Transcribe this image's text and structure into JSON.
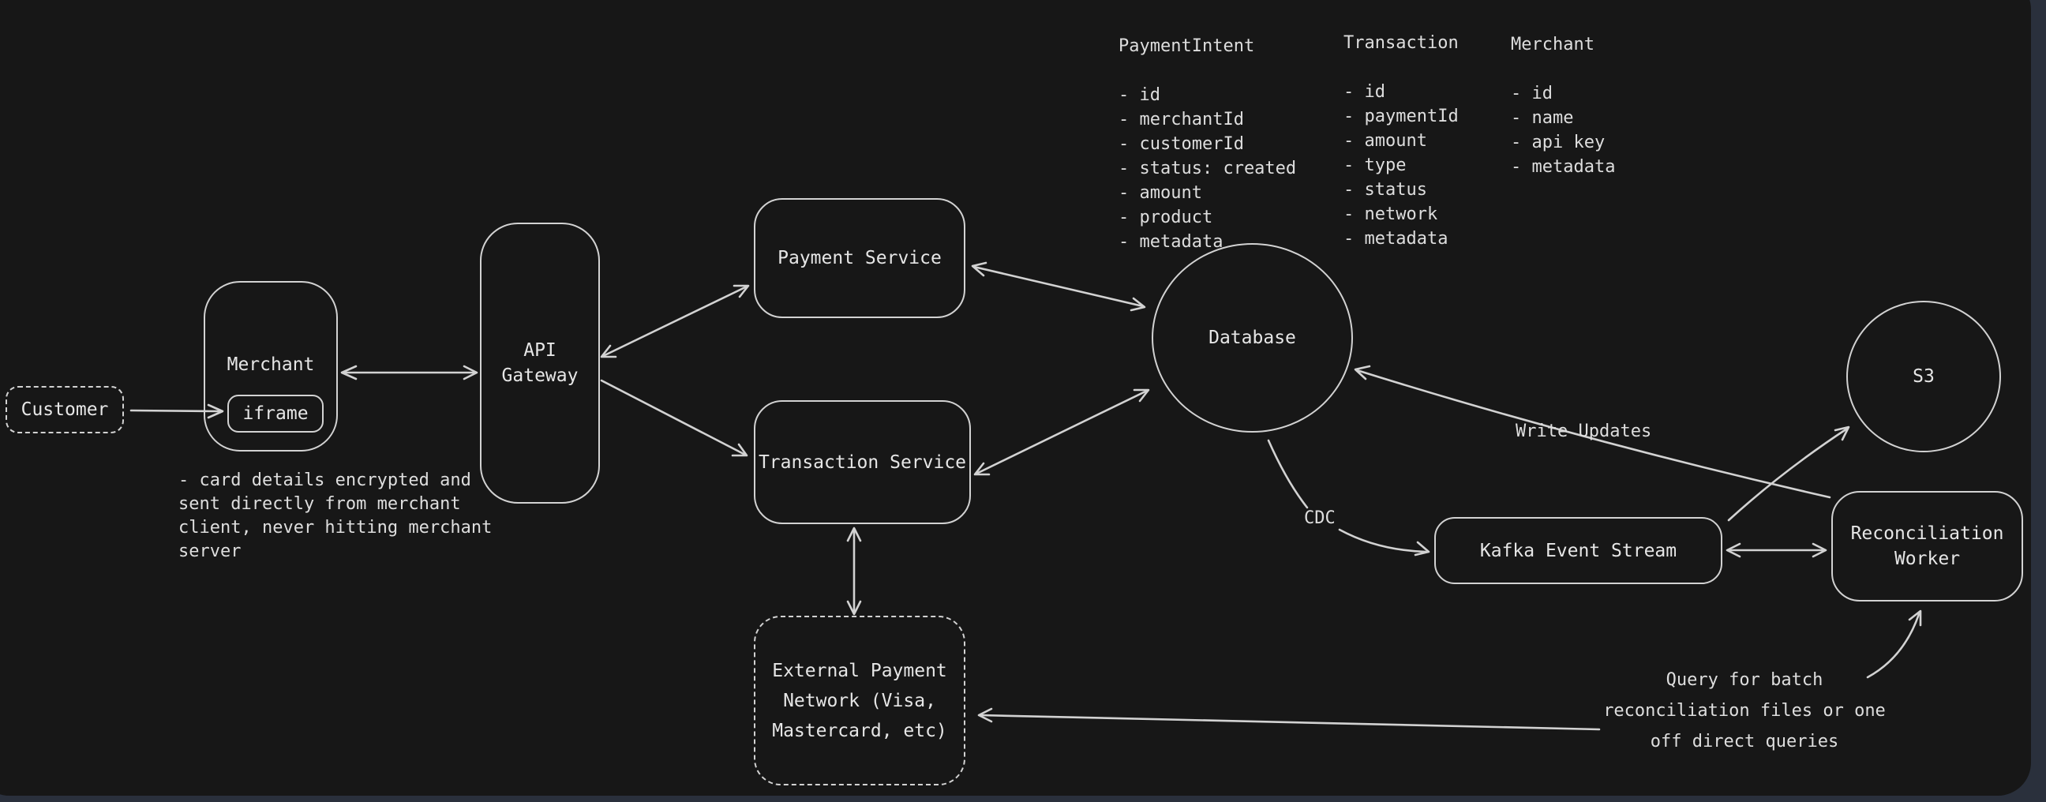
{
  "app": {
    "type": "whiteboard-diagram",
    "theme": "dark",
    "canvas_background": "#171717",
    "outer_background": "#2a303c",
    "stroke_color": "#d2d2d2",
    "text_color": "#e6e6e6"
  },
  "nodes": {
    "customer": {
      "label": "Customer",
      "shape": "rectangle",
      "border": "dashed"
    },
    "merchant": {
      "label": "Merchant",
      "shape": "rectangle",
      "border": "solid"
    },
    "iframe": {
      "label": "iframe",
      "shape": "rectangle",
      "border": "solid"
    },
    "api_gateway": {
      "lines": [
        "API",
        "Gateway"
      ],
      "shape": "rectangle",
      "border": "solid"
    },
    "payment_service": {
      "label": "Payment Service",
      "shape": "rectangle",
      "border": "solid"
    },
    "transaction_service": {
      "label": "Transaction Service",
      "shape": "rectangle",
      "border": "solid"
    },
    "database": {
      "label": "Database",
      "shape": "ellipse",
      "border": "solid"
    },
    "kafka": {
      "label": "Kafka Event Stream",
      "shape": "rectangle",
      "border": "solid"
    },
    "s3": {
      "label": "S3",
      "shape": "ellipse",
      "border": "solid"
    },
    "reconciliation_worker": {
      "lines": [
        "Reconciliation",
        "Worker"
      ],
      "shape": "rectangle",
      "border": "solid"
    },
    "external_network": {
      "lines": [
        "External Payment",
        "Network (Visa,",
        "Mastercard, etc)"
      ],
      "shape": "rectangle",
      "border": "dashed"
    }
  },
  "schemas": [
    {
      "title": "PaymentIntent",
      "fields": [
        "- id",
        "- merchantId",
        "- customerId",
        "- status: created",
        "- amount",
        "- product",
        "- metadata"
      ]
    },
    {
      "title": "Transaction",
      "fields": [
        "- id",
        "- paymentId",
        "- amount",
        "- type",
        "- status",
        "- network",
        "- metadata"
      ]
    },
    {
      "title": "Merchant",
      "fields": [
        "- id",
        "- name",
        "- api key",
        "- metadata"
      ]
    }
  ],
  "annotations": {
    "card_note_lines": [
      "- card details encrypted and",
      "sent directly from merchant",
      "client, never hitting merchant",
      "server"
    ],
    "query_note_lines": [
      "Query for batch",
      "reconciliation files or one",
      "off direct queries"
    ]
  },
  "edge_labels": {
    "write_updates": "Write Updates",
    "cdc": "CDC"
  },
  "edges": [
    {
      "from": "customer",
      "to": "iframe",
      "arrows": "end"
    },
    {
      "from": "merchant",
      "to": "api_gateway",
      "arrows": "both"
    },
    {
      "from": "api_gateway",
      "to": "payment_service",
      "arrows": "both"
    },
    {
      "from": "api_gateway",
      "to": "transaction_service",
      "arrows": "end"
    },
    {
      "from": "payment_service",
      "to": "database",
      "arrows": "both"
    },
    {
      "from": "transaction_service",
      "to": "database",
      "arrows": "both"
    },
    {
      "from": "transaction_service",
      "to": "external_network",
      "arrows": "both"
    },
    {
      "from": "database",
      "to": "kafka",
      "arrows": "end",
      "label": "CDC"
    },
    {
      "from": "kafka",
      "to": "reconciliation_worker",
      "arrows": "both"
    },
    {
      "from": "reconciliation_worker",
      "to": "database",
      "arrows": "end",
      "label": "Write Updates"
    },
    {
      "from": "kafka",
      "to": "s3",
      "arrows": "end"
    },
    {
      "from": "reconciliation_worker",
      "to": "external_network",
      "arrows": "end"
    },
    {
      "from": "query_note",
      "to": "reconciliation_worker",
      "arrows": "end"
    }
  ]
}
